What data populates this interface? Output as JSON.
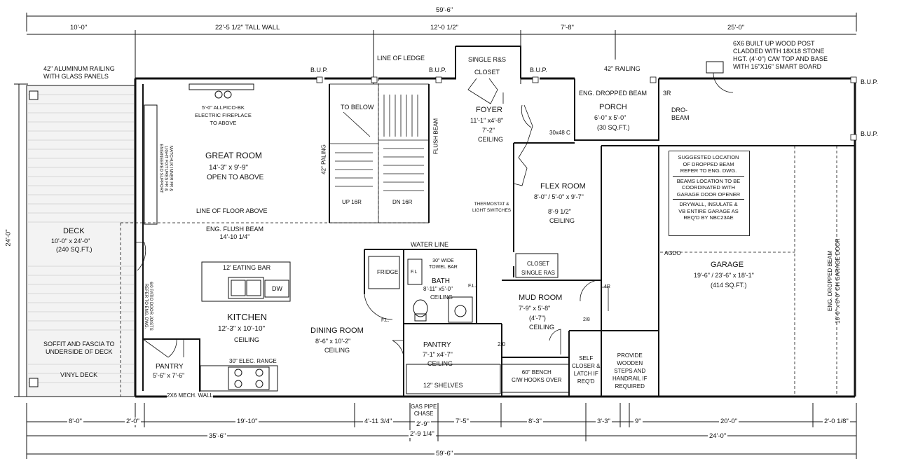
{
  "dims": {
    "overall_top": "59'-6\"",
    "overall_bottom": "59'-6\"",
    "top_row": [
      "10'-0\"",
      "22'-5 1/2\" TALL WALL",
      "12'-0 1/2\"",
      "7'-8\"",
      "25'-0\""
    ],
    "bottom_row1": [
      "8'-0\"",
      "2'-0\"",
      "19'-10\"",
      "4'-11 3/4\"",
      "2'-9\"",
      "7'-5\"",
      "8'-3\"",
      "3'-3\"",
      "9\"",
      "20'-0\"",
      "2'-0 1/8\""
    ],
    "bottom_row2": [
      "35'-6\"",
      "2'-9 1/4\"",
      "24'-0\""
    ],
    "left_overall": "24'-0\""
  },
  "notes": {
    "railing": [
      "42\" ALUMINUM RAILING",
      "WITH GLASS PANELS"
    ],
    "post": [
      "6X6 BUILT UP WOOD POST",
      "CLADDED WITH 18X18 STONE",
      "HGT. (4'-0\") C/W TOP AND BASE",
      "WITH 16\"X16\" SMART BOARD"
    ],
    "bup": "B.U.P.",
    "line_of_ledge": "LINE OF LEDGE",
    "closet_top": [
      "SINGLE R&S",
      "CLOSET"
    ],
    "railing_42": "42\" RAILING",
    "eng_dropped_beam": "ENG. DROPPED BEAM",
    "three_r": "3R",
    "drop_beam": [
      "DRO-",
      "BEAM"
    ],
    "fireplace": [
      "5'-0\" ALLPICO-BK",
      "ELECTRIC FIREPLACE",
      "TO ABOVE"
    ],
    "matching": [
      "MATCHUK INNER FR &",
      "LIGHT FIXTURES FR &",
      "ENGINEERED SUPPORT"
    ],
    "to_below": "TO BELOW",
    "palings": "42\" PALING",
    "up_16r": "UP 16R",
    "dn_16r": "DN 16R",
    "flush_beam": "FLUSH BEAM",
    "line_floor_above": "LINE OF FLOOR ABOVE",
    "eng_flush_beam": [
      "ENG. FLUSH BEAM",
      "14'-10 1/4\""
    ],
    "eating_bar": "12' EATING BAR",
    "dw": "DW",
    "patio": [
      "6/0 PATIO DOOR JOISTS",
      "REFER TO ENG. DWG."
    ],
    "soffit": [
      "SOFFIT AND FASCIA TO",
      "UNDERSIDE OF DECK"
    ],
    "vinyl_deck": "VINYL DECK",
    "elec_range": "30\" ELEC. RANGE",
    "mech_wall": "2X6 MECH. WALL",
    "water_line": "WATER LINE",
    "fridge": "FRIDGE",
    "fl": "F.L",
    "towel_bar": [
      "30\" WIDE",
      "TOWEL BAR"
    ],
    "fl2": "F.L.",
    "shelves": "12\" SHELVES",
    "gas_pipe": [
      "GAS PIPE",
      "CHASE"
    ],
    "thermostat": [
      "THERMOSTAT &",
      "LIGHT SWITCHES"
    ],
    "closet_mud": [
      "CLOSET",
      "SINGLE RAS"
    ],
    "window_30x48": "30x48 C",
    "bench": [
      "60\" BENCH",
      "C/W HOOKS OVER"
    ],
    "self_closer": [
      "SELF",
      "CLOSER &",
      "LATCH IF",
      "REQ'D"
    ],
    "provide": [
      "PROVIDE",
      "WOODEN",
      "STEPS AND",
      "HANDRAIL IF",
      "REQUIRED"
    ],
    "two_o": "2/0",
    "two_eight": "2/8",
    "four_r": "4R",
    "agdo": "AGDO",
    "garage_notes": [
      "SUGGESTED LOCATION",
      "OF DROPPED BEAM",
      "REFER TO ENG. DWG.",
      "BEAMS LOCATION TO BE",
      "COORDINATED WITH",
      "GARAGE DOOR OPENER",
      "DRYWALL, INSULATE &",
      "VB ENTIRE GARAGE AS",
      "REQ'D BY NBC23AE"
    ],
    "garage_door": [
      "ENG. DROPPED BEAM",
      "16'-0\" x 8'-0\" OH GARAGE DOOR"
    ]
  },
  "rooms": {
    "deck": {
      "name": "DECK",
      "size": "10'-0\" x 24'-0\"",
      "area": "(240 SQ.FT.)"
    },
    "great_room": {
      "name": "GREAT ROOM",
      "size": "14'-3\" x 9'-9\"",
      "extra": "OPEN TO ABOVE"
    },
    "kitchen": {
      "name": "KITCHEN",
      "size": "12'-3\" x 10'-10\"",
      "extra": "CEILING"
    },
    "pantry_k": {
      "name": "PANTRY",
      "size": "5'-6\" x 7'-6\""
    },
    "dining": {
      "name": "DINING ROOM",
      "size": "8'-6\" x 10'-2\"",
      "extra": "CEILING"
    },
    "foyer": {
      "name": "FOYER",
      "size": "11'-1\" x4'-8\"",
      "height": "7'-2\"",
      "extra": "CEILING"
    },
    "porch": {
      "name": "PORCH",
      "size": "6'-0\" x 5'-0\"",
      "area": "(30 SQ.FT.)"
    },
    "flex": {
      "name": "FLEX ROOM",
      "size": "8'-0\" / 5'-0\" x 9'-7\"",
      "height": "8'-9 1/2\"",
      "extra": "CEILING"
    },
    "bath": {
      "name": "BATH",
      "size": "8'-11\" x5'-0\"",
      "extra": "CEILING"
    },
    "pantry_d": {
      "name": "PANTRY",
      "size": "7'-1\" x4'-7\"",
      "extra": "CEILING"
    },
    "mud": {
      "name": "MUD ROOM",
      "size": "7'-9\" x 5'-8\"",
      "height": "(4'-7\")",
      "extra": "CEILING"
    },
    "garage": {
      "name": "GARAGE",
      "size": "19'-6\" / 23'-6\" x 18'-1\"",
      "area": "(414 SQ.FT.)"
    }
  }
}
